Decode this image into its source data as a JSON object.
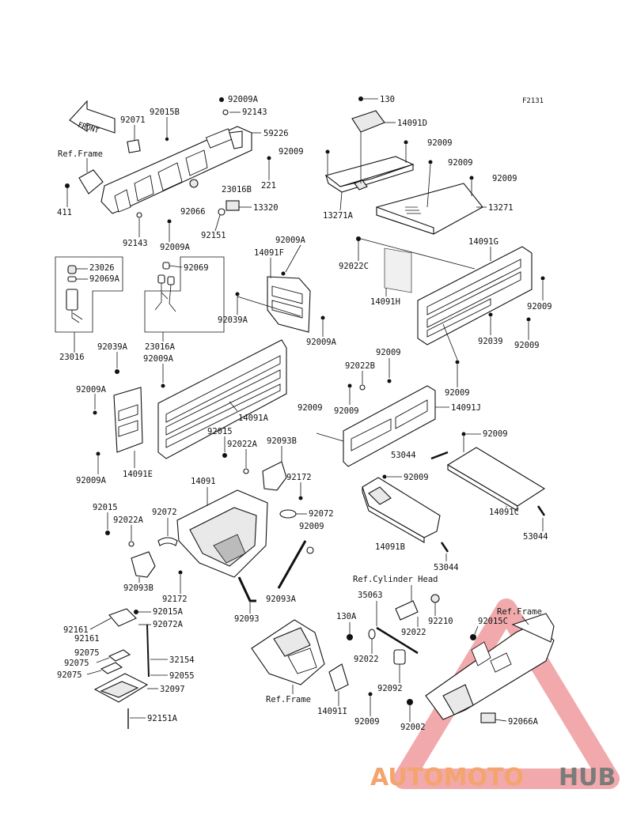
{
  "figure_code": "F2131",
  "front_arrow": "FRONT",
  "labels": {
    "p92071": "92071",
    "p92015B": "92015B",
    "p92009A_a": "92009A",
    "p92143_a": "92143",
    "p59226": "59226",
    "ref_frame_a": "Ref.Frame",
    "p411": "411",
    "p221": "221",
    "p23016B": "23016B",
    "p13320": "13320",
    "p92066": "92066",
    "p92151": "92151",
    "p92143_b": "92143",
    "p92009A_b": "92009A",
    "p130": "130",
    "p14091D": "14091D",
    "p92009_a": "92009",
    "p92009_b": "92009",
    "p92009_c": "92009",
    "p92009_d": "92009",
    "p13271A": "13271A",
    "p13271": "13271",
    "p23026": "23026",
    "p92069A": "92069A",
    "p92069": "92069",
    "p23016": "23016",
    "p23016A": "23016A",
    "p92009A_c": "92009A",
    "p14091F": "14091F",
    "p92039A_a": "92039A",
    "p92009A_d": "92009A",
    "p92022C": "92022C",
    "p14091H": "14091H",
    "p14091G": "14091G",
    "p92009_e": "92009",
    "p92039": "92039",
    "p92009_f": "92009",
    "p92039A_b": "92039A",
    "p92009A_e": "92009A",
    "p92009A_f": "92009A",
    "p14091A": "14091A",
    "p92009_g": "92009",
    "p92022B": "92022B",
    "p92009_h": "92009",
    "p92009_i": "92009",
    "p92009_j": "92009",
    "p14091J": "14091J",
    "p92009A_g": "92009A",
    "p14091E": "14091E",
    "p92015_a": "92015",
    "p92022A_a": "92022A",
    "p92093B_a": "92093B",
    "p92009_k": "92009",
    "p53044_a": "53044",
    "p14091": "14091",
    "p92172_a": "92172",
    "p92072_a": "92072",
    "p92009_l": "92009",
    "p92009_m": "92009",
    "p14091C": "14091C",
    "p53044_b": "53044",
    "p92015_b": "92015",
    "p92072_b": "92072",
    "p92022A_b": "92022A",
    "p14091B": "14091B",
    "p53044_c": "53044",
    "p92093B_b": "92093B",
    "p92172_b": "92172",
    "p92093A": "92093A",
    "p92093": "92093",
    "ref_cyl_head": "Ref.Cylinder Head",
    "p35063": "35063",
    "p130A": "130A",
    "p92210": "92210",
    "p92022_a": "92022",
    "p92015C": "92015C",
    "ref_frame_b": "Ref.Frame",
    "p92161_a": "92161",
    "p92015A": "92015A",
    "p92161_b": "92161",
    "p92072A": "92072A",
    "p92075_a": "92075",
    "p92075_b": "92075",
    "p92075_c": "92075",
    "p32154": "32154",
    "p92055": "92055",
    "p32097": "32097",
    "p92151A": "92151A",
    "ref_frame_c": "Ref.Frame",
    "p14091I": "14091I",
    "p92009_n": "92009",
    "p92022_b": "92022",
    "p92092": "92092",
    "p92002": "92002",
    "p92066A": "92066A"
  },
  "watermark": {
    "part1": "AUTOMOTO",
    "part2": "HUB",
    "accent_color": "#f4a46d",
    "gray_color": "#7b7b7b",
    "triangle_color": "#e8434a"
  }
}
